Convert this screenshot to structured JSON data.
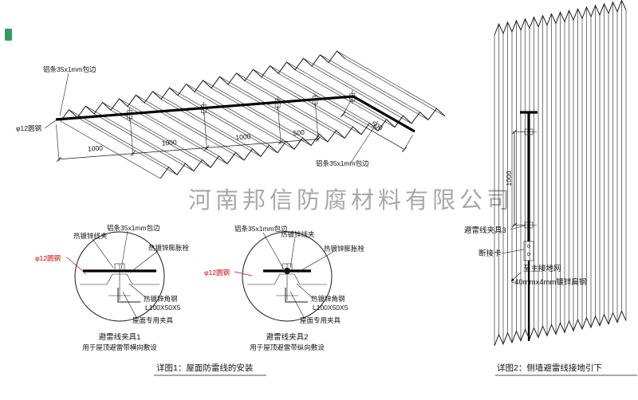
{
  "watermark": "河南邦信防腐材料有限公司",
  "colors": {
    "line": "#1a1a1a",
    "red": "#cc0000",
    "green": "#2f9e63",
    "gray": "#9a9a9a"
  },
  "figure1": {
    "caption": "详图1：屋面防雷线的安装",
    "labels": {
      "alu_strip_top": "铝条35x1mm包边",
      "alu_strip_right": "铝条35x1mm包边",
      "round_steel": "φ12圆钢"
    },
    "dims": {
      "d1": "1000",
      "d2": "1000",
      "d3": "1000",
      "d4": "500",
      "slope": "500"
    },
    "detail1": {
      "title": "避雷线夹具1",
      "subtitle": "用于屋顶避雷带横向敷设",
      "labels": {
        "clamp": "热镀锌线夹",
        "alu": "铝条35x1mm包边",
        "bolt": "热镀锌膨胀栓",
        "round": "φ12圆钢",
        "angle_line1": "热镀锌角钢",
        "angle_line2": "L100X50X5",
        "fixture": "屋面专用夹具"
      }
    },
    "detail2": {
      "title": "避雷线夹具2",
      "subtitle": "用于屋顶避雷带纵向敷设",
      "labels": {
        "clamp": "热镀锌线夹",
        "alu": "铝条35x1mm包边",
        "bolt": "热镀锌膨胀栓",
        "round": "φ12圆钢",
        "angle_line1": "热镀锌角钢",
        "angle_line2": "L100X50X5",
        "fixture": "屋面专用夹具"
      }
    }
  },
  "figure2": {
    "caption": "详图2：侧墙避雷线接地引下",
    "dim": "1000",
    "labels": {
      "clamp3": "避雷线夹具3",
      "disconnect": "断接卡",
      "to_main_grid": "至主接地网",
      "flat_steel": "-40mmx4mm镀锌扁钢"
    }
  }
}
